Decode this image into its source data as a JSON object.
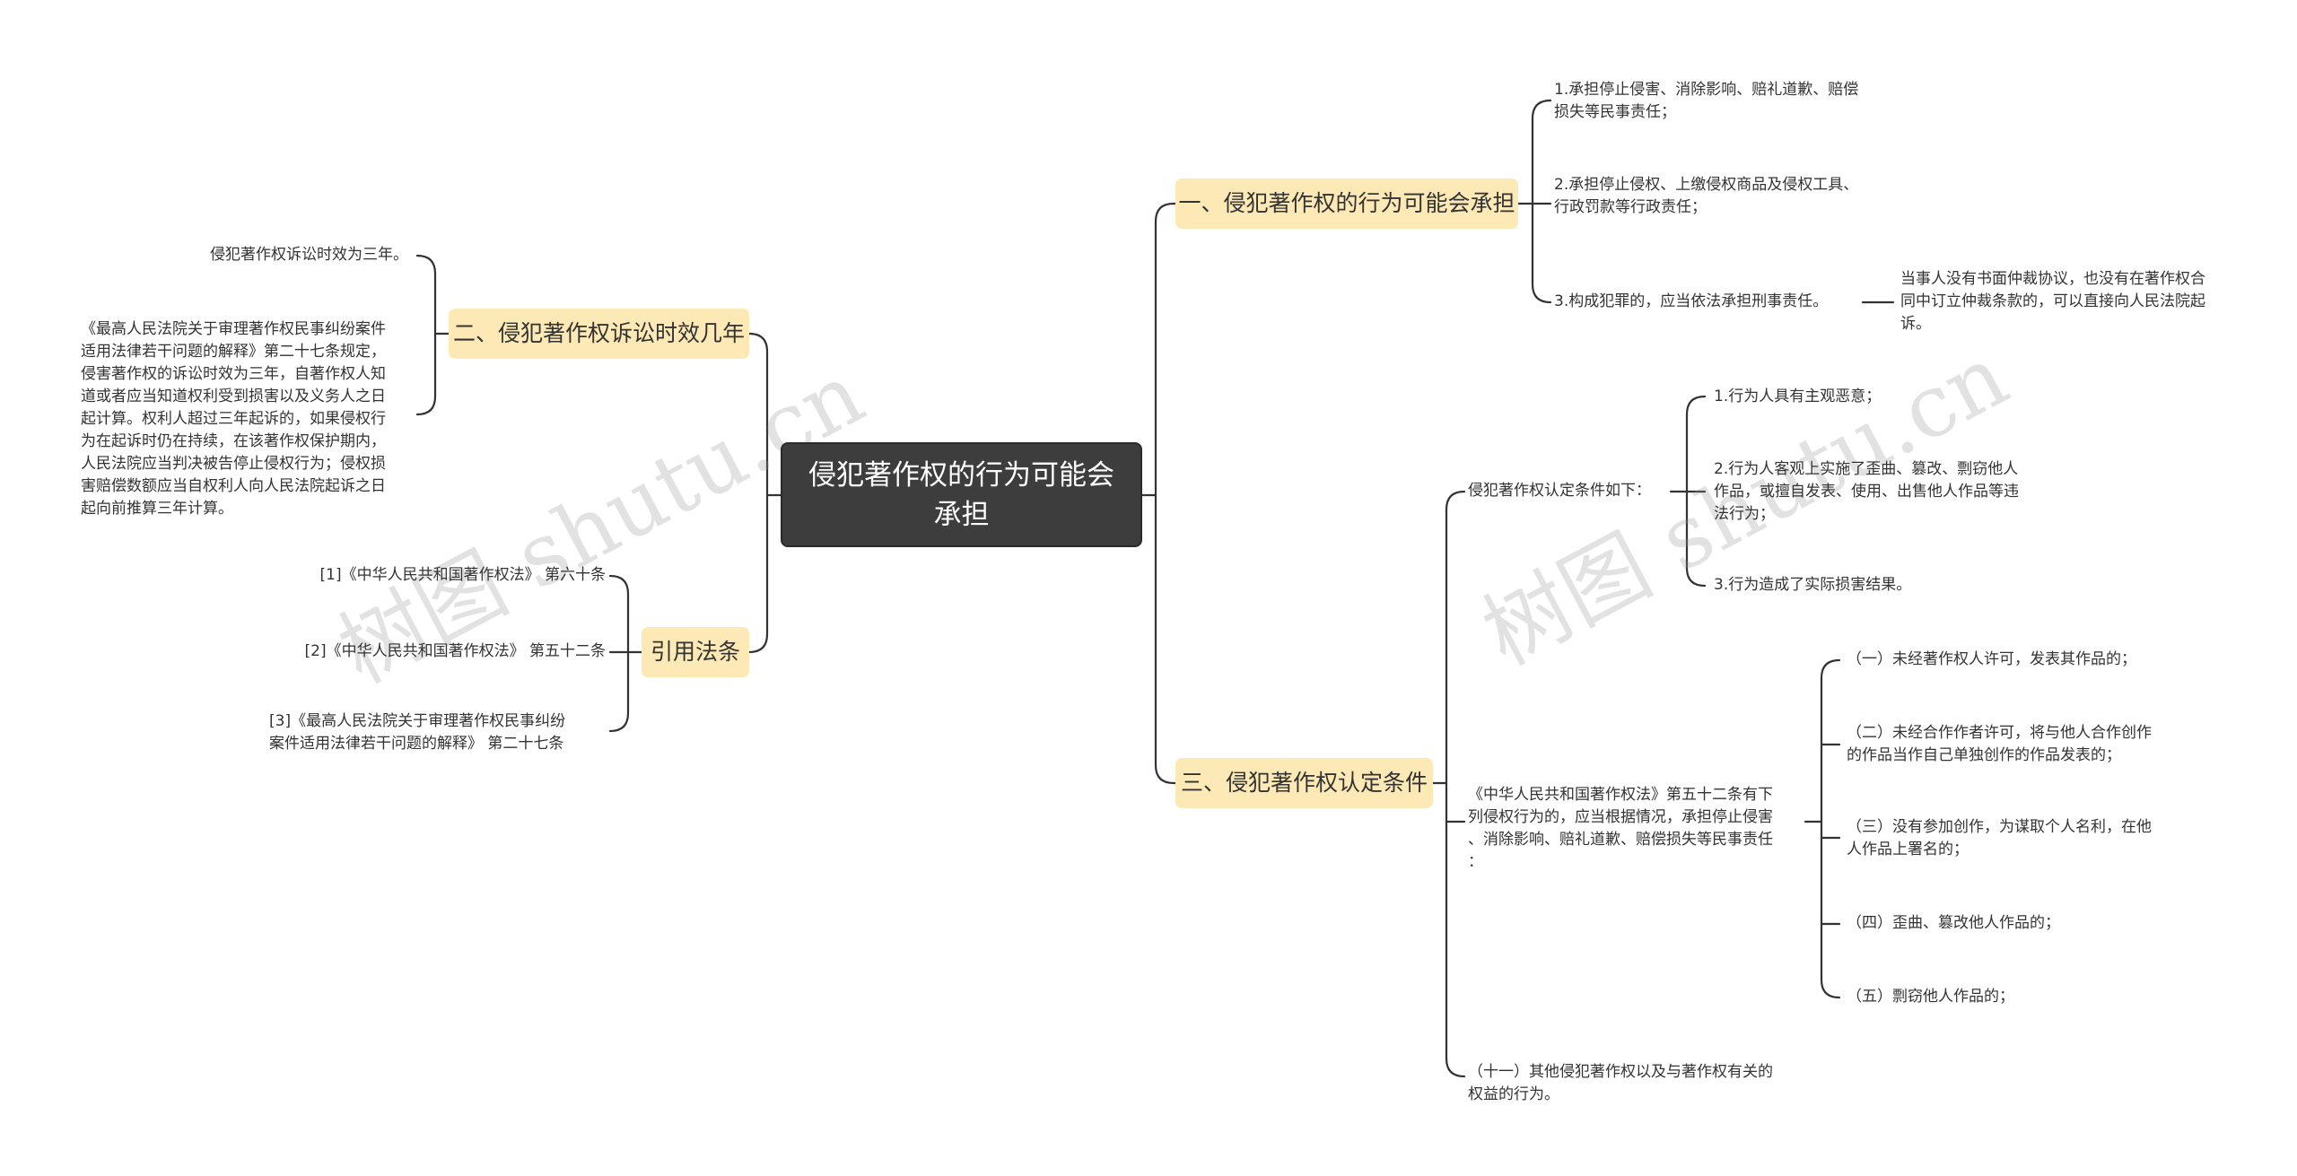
{
  "root": {
    "label": "侵犯著作权的行为可能会承担"
  },
  "branches": {
    "b1": {
      "label": "一、侵犯著作权的行为可能会承担",
      "items": [
        "1.承担停止侵害、消除影响、赔礼道歉、赔偿\n损失等民事责任；",
        "2.承担停止侵权、上缴侵权商品及侵权工具、\n行政罚款等行政责任；",
        "3.构成犯罪的，应当依法承担刑事责任。"
      ],
      "sub": "当事人没有书面仲裁协议，也没有在著作权合\n同中订立仲裁条款的，可以直接向人民法院起\n诉。"
    },
    "b2": {
      "label": "二、侵犯著作权诉讼时效几年",
      "items": [
        "侵犯著作权诉讼时效为三年。",
        "《最高人民法院关于审理著作权民事纠纷案件\n适用法律若干问题的解释》第二十七条规定，\n侵害著作权的诉讼时效为三年，自著作权人知\n道或者应当知道权利受到损害以及义务人之日\n起计算。权利人超过三年起诉的，如果侵权行\n为在起诉时仍在持续，在该著作权保护期内，\n人民法院应当判决被告停止侵权行为；侵权损\n害赔偿数额应当自权利人向人民法院起诉之日\n起向前推算三年计算。"
      ]
    },
    "b3": {
      "label": "三、侵犯著作权认定条件",
      "cond_label": "侵犯著作权认定条件如下：",
      "conds": [
        "1.行为人具有主观恶意；",
        "2.行为人客观上实施了歪曲、篡改、剽窃他人\n作品，或擅自发表、使用、出售他人作品等违\n法行为；",
        "3.行为造成了实际损害结果。"
      ],
      "law_label": "《中华人民共和国著作权法》第五十二条有下\n列侵权行为的，应当根据情况，承担停止侵害\n、消除影响、赔礼道歉、赔偿损失等民事责任\n：",
      "laws": [
        "（一）未经著作权人许可，发表其作品的；",
        "（二）未经合作作者许可，将与他人合作创作\n的作品当作自己单独创作的作品发表的；",
        "（三）没有参加创作，为谋取个人名利，在他\n人作品上署名的；",
        "（四）歪曲、篡改他人作品的；",
        "（五）剽窃他人作品的；"
      ],
      "other": "（十一）其他侵犯著作权以及与著作权有关的\n权益的行为。"
    },
    "b4": {
      "label": "引用法条",
      "items": [
        "[1]《中华人民共和国著作权法》 第六十条",
        "[2]《中华人民共和国著作权法》 第五十二条",
        "[3]《最高人民法院关于审理著作权民事纠纷\n案件适用法律若干问题的解释》 第二十七条"
      ]
    }
  },
  "watermarks": [
    "树图 shutu.cn",
    "树图 shutu.cn"
  ],
  "colors": {
    "root_bg": "#3d3d3d",
    "branch_bg": "#fde9b5",
    "line": "#333333"
  }
}
